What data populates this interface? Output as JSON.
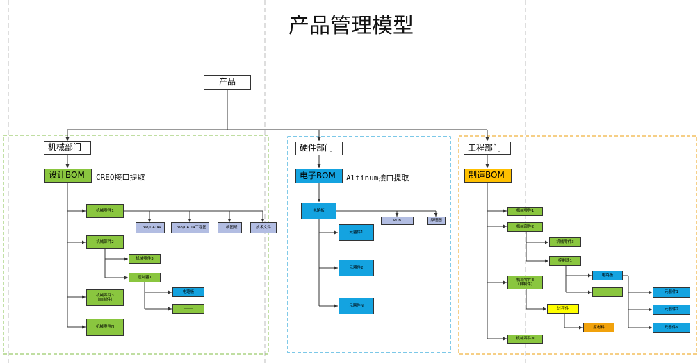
{
  "title": "产品管理模型",
  "root": "产品",
  "colors": {
    "green": "#8ac63f",
    "blue": "#14a3e0",
    "grey": "#b2bde2",
    "yellow": "#ffff00",
    "orange": "#f1a20c",
    "gold": "#ffc000",
    "region_green": "#9acb6b",
    "region_blue": "#2ea6d9",
    "region_orange": "#f0b23d"
  },
  "mechanical": {
    "dept": "机械部门",
    "bom": "设计BOM",
    "note": "CREO接口提取",
    "part1": "机械零件1",
    "creo": "Creo/CATIA",
    "creo_drawing": "Creo/CATIA工程图",
    "drawing_2d": "二维图纸",
    "tech_doc": "技术文件",
    "part2": "机械部件2",
    "part3": "机械零件3",
    "controller": "控制器1",
    "circuit_board": "电路板",
    "dashes": "------",
    "part3b_line1": "机械零件3",
    "part3b_line2": "（自制件）",
    "partN": "机械零件N"
  },
  "hardware": {
    "dept": "硬件部门",
    "bom": "电子BOM",
    "note": "Altinum接口提取",
    "circuit_board": "电路板",
    "pcb": "PCB",
    "schematic": "原理图",
    "comp1": "元器件1",
    "comp2": "元器件2",
    "compN": "元器件N"
  },
  "engineering": {
    "dept": "工程部门",
    "bom": "制造BOM",
    "part1": "机械零件1",
    "part2": "机械部件2",
    "part3": "机械零件3",
    "controller": "控制器1",
    "circuit_board": "电路板",
    "dashes": "------",
    "comp1": "元器件1",
    "comp2": "元器件2",
    "compN": "元器件N",
    "part3b_line1": "机械零件3",
    "part3b_line2": "（自制件）",
    "process_part": "过程件",
    "raw_material": "原材料",
    "partN": "机械零件N"
  }
}
